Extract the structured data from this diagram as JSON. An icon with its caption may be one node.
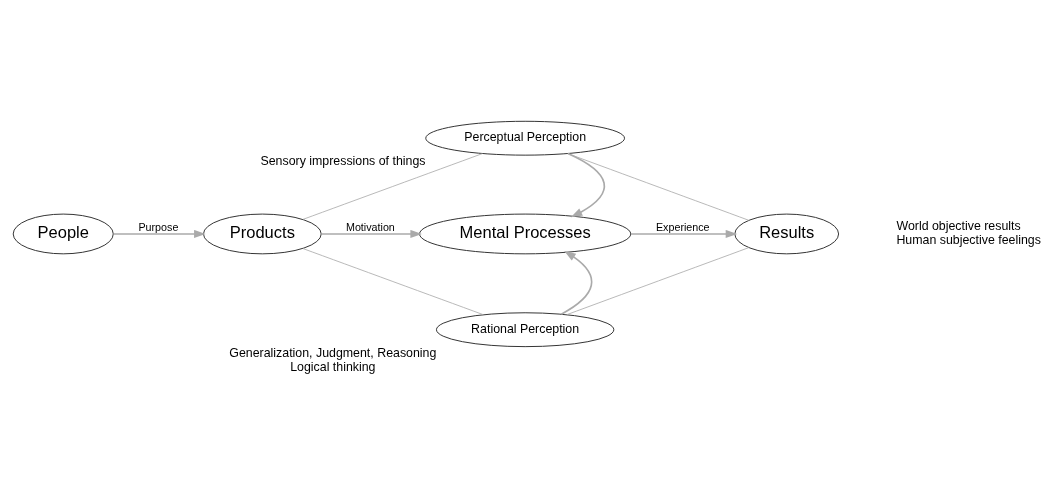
{
  "diagram": {
    "nodes": [
      {
        "text": [
          "People"
        ]
      },
      {
        "text": [
          "Products"
        ]
      },
      {
        "text": [
          "Mental Processes"
        ]
      },
      {
        "text": [
          "Results"
        ],
        "beside": [
          "World objective results",
          "Human subjective feelings"
        ]
      },
      {
        "text": [
          "Perceptual Perception"
        ],
        "beside": [
          "Sensory impressions of things"
        ]
      },
      {
        "text": [
          "Rational Perception"
        ],
        "beside": [
          "Generalization, Judgment, Reasoning",
          "Logical thinking"
        ]
      }
    ],
    "edges": [
      {
        "from": 0,
        "to": 1,
        "arrow": "to",
        "label": "Purpose"
      },
      {
        "from": 1,
        "to": 2,
        "arrow": "to",
        "label": "Motivation"
      },
      {
        "from": 2,
        "to": 3,
        "arrow": "to",
        "label": "Experience"
      },
      {
        "from": 4,
        "to": 2,
        "arrow": "to"
      },
      {
        "from": 5,
        "to": 2,
        "arrow": "to"
      },
      {
        "from": 1,
        "to": 4,
        "arrow": "none"
      },
      {
        "from": 4,
        "to": 3,
        "arrow": "none"
      },
      {
        "from": 1,
        "to": 5,
        "arrow": "none"
      },
      {
        "from": 5,
        "to": 3,
        "arrow": "none"
      }
    ]
  }
}
